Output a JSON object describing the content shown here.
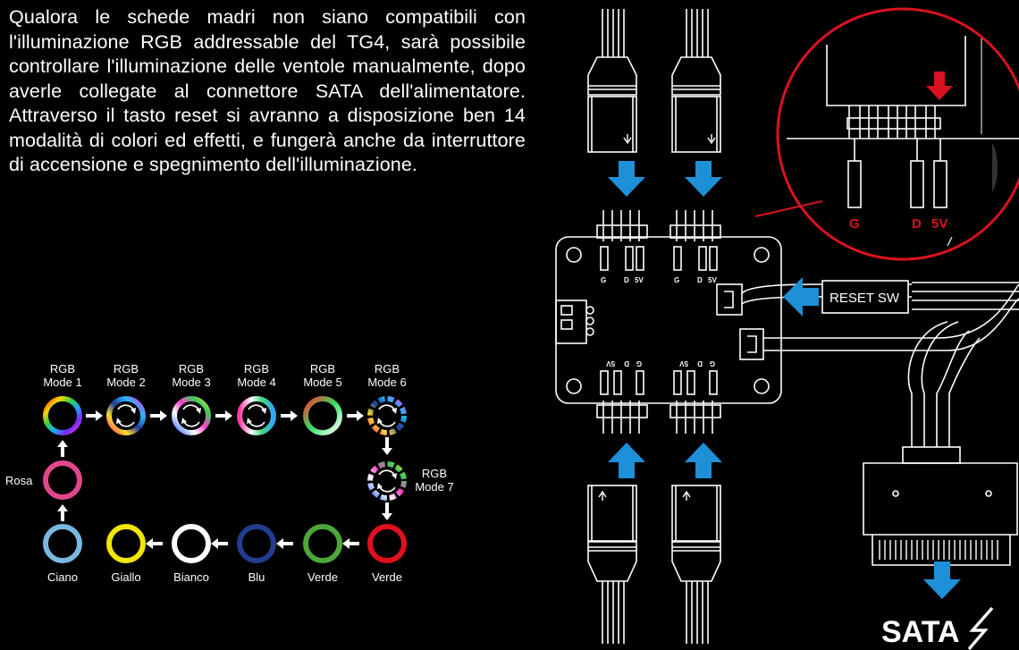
{
  "description": "Qualora le schede madri non siano compatibili con l'illuminazione RGB addressable del TG4, sarà possibile controllare l'illuminazione delle ventole manualmente, dopo averle collegate al connettore SATA dell'alimentatore. Attraverso il tasto reset si avranno a disposizione ben 14 modalità di colori ed effetti, e fungerà anche da interruttore di accensione e spegnimento dell'illuminazione.",
  "modes": {
    "m1": [
      "RGB",
      "Mode 1"
    ],
    "m2": [
      "RGB",
      "Mode 2"
    ],
    "m3": [
      "RGB",
      "Mode 3"
    ],
    "m4": [
      "RGB",
      "Mode 4"
    ],
    "m5": [
      "RGB",
      "Mode 5"
    ],
    "m6": [
      "RGB",
      "Mode 6"
    ],
    "m7": [
      "RGB",
      "Mode 7"
    ]
  },
  "colors": {
    "rosa": "Rosa",
    "ciano": "Ciano",
    "giallo": "Giallo",
    "bianco": "Bianco",
    "blu": "Blu",
    "verde1": "Verde",
    "verde2": "Verde"
  },
  "ring_colors": {
    "rosa": "#e0478a",
    "ciano": "#7ab8e0",
    "giallo": "#f2e600",
    "bianco": "#ffffff",
    "blu": "#233d8f",
    "verde": "#4ca63a",
    "rosso": "#e0101c"
  },
  "pins": {
    "g": "G",
    "d": "D",
    "v": "5V"
  },
  "reset_label": "RESET SW",
  "sata_label": "SATA",
  "accent_blue": "#1e90d8",
  "accent_red": "#d8121f"
}
